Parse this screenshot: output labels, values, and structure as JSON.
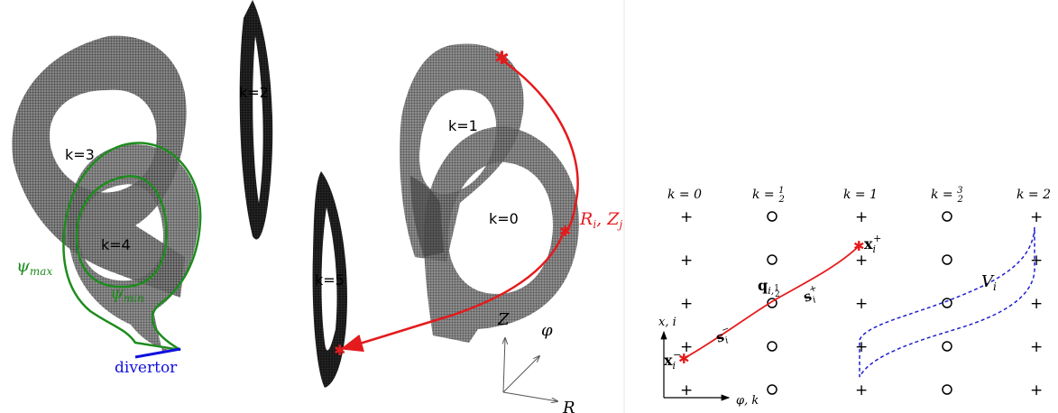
{
  "left_panel": {
    "slice_labels": {
      "k0": "k=0",
      "k1": "k=1",
      "k2": "k=2",
      "k3": "k=3",
      "k4": "k=4",
      "k5": "k=5"
    },
    "psi_max": "ψmax",
    "psi_min": "ψmin",
    "divertor": "divertor",
    "field_line_point": "Ri, Zj",
    "axes": {
      "z": "Z",
      "phi": "φ",
      "r": "R"
    },
    "colors": {
      "field_line": "#e41a1c",
      "flux_surface": "#1e8c1e",
      "divertor": "#1010e0",
      "mesh": "#4d4d4d",
      "slice_dark": "#111111"
    }
  },
  "right_panel": {
    "k_labels": [
      "k = 0",
      "k = 1/2",
      "k = 1",
      "k = 3/2",
      "k = 2"
    ],
    "node_rows": 5,
    "plus_marker": "+",
    "circle_marker": "o",
    "labels": {
      "x_plus": "xi+",
      "x_minus": "xi−",
      "q_half": "qi,½",
      "s_plus": "si+",
      "s_minus": "si−",
      "volume": "Vi"
    },
    "axes": {
      "vertical": "x, i",
      "horizontal": "φ, k"
    },
    "colors": {
      "curve": "#e41a1c",
      "volume_outline": "#1f1fd0",
      "grid": "#000000"
    }
  }
}
